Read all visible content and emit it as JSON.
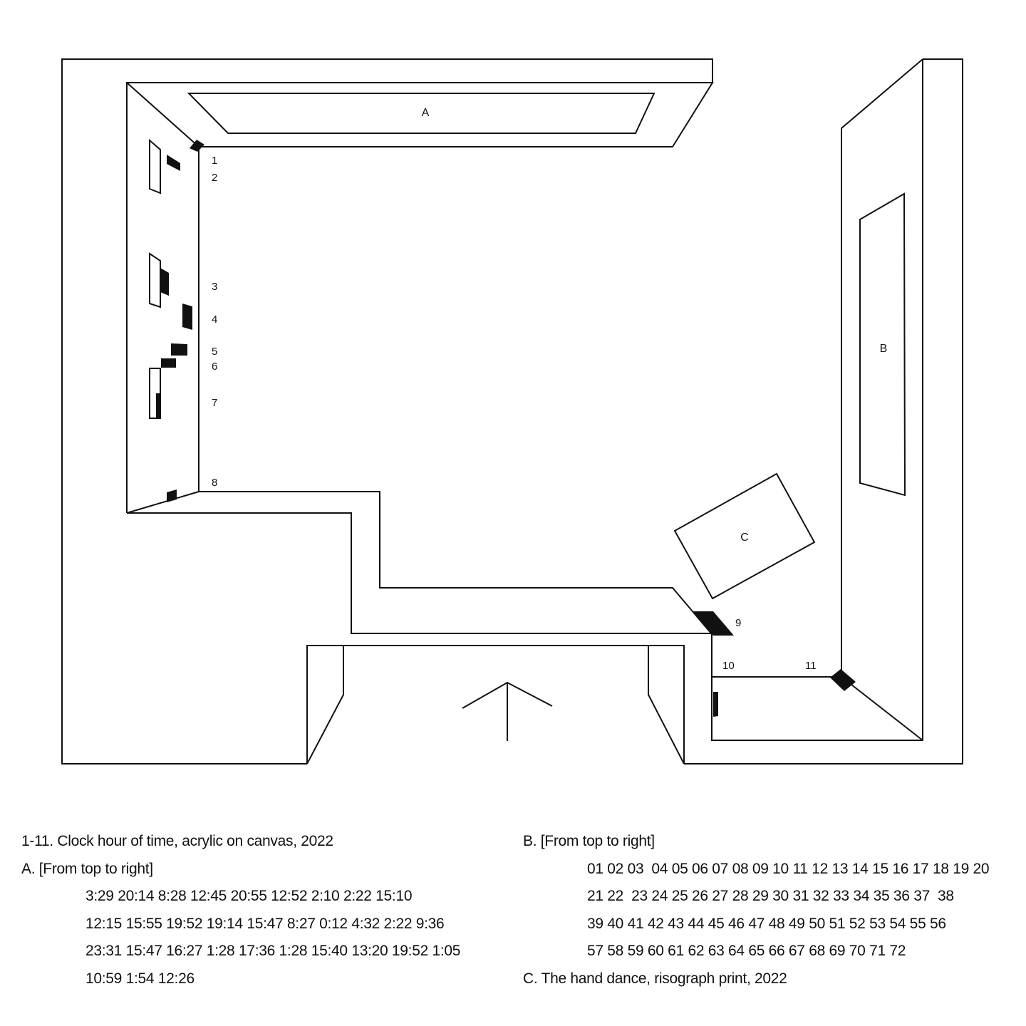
{
  "plan": {
    "stroke_color": "#111111",
    "background_color": "#ffffff",
    "entrance_arrow_icon": "up-arrow",
    "areas": [
      {
        "id": "A",
        "label": "A"
      },
      {
        "id": "B",
        "label": "B"
      },
      {
        "id": "C",
        "label": "C"
      }
    ],
    "artworks": [
      {
        "number": "1"
      },
      {
        "number": "2"
      },
      {
        "number": "3"
      },
      {
        "number": "4"
      },
      {
        "number": "5"
      },
      {
        "number": "6"
      },
      {
        "number": "7"
      },
      {
        "number": "8"
      },
      {
        "number": "9"
      },
      {
        "number": "10"
      },
      {
        "number": "11"
      }
    ]
  },
  "captions": {
    "left": {
      "title": "1-11. Clock hour of time, acrylic on canvas, 2022",
      "a_heading": "A. [From top to right]",
      "a_lines": [
        "3:29 20:14 8:28 12:45 20:55 12:52 2:10 2:22 15:10",
        "12:15 15:55 19:52 19:14 15:47 8:27 0:12 4:32 2:22 9:36",
        "23:31 15:47 16:27 1:28 17:36 1:28 15:40 13:20 19:52 1:05",
        "10:59 1:54 12:26"
      ]
    },
    "right": {
      "b_heading": "B. [From top to right]",
      "b_lines": [
        "01 02 03  04 05 06 07 08 09 10 11 12 13 14 15 16 17 18 19 20",
        "21 22  23 24 25 26 27 28 29 30 31 32 33 34 35 36 37  38",
        "39 40 41 42 43 44 45 46 47 48 49 50 51 52 53 54 55 56",
        "57 58 59 60 61 62 63 64 65 66 67 68 69 70 71 72"
      ],
      "c_line": "C. The hand dance, risograph print, 2022"
    }
  }
}
